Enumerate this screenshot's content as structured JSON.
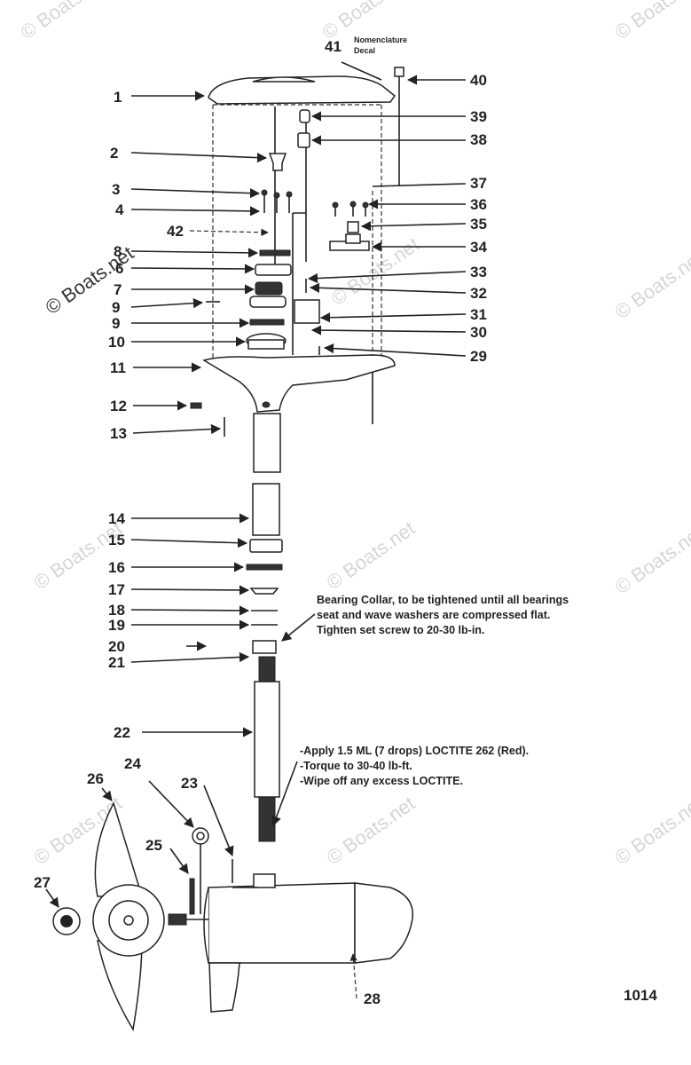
{
  "watermark": "© Boats.net",
  "figure_number": "1014",
  "decal_label": [
    "Nomenclature",
    "Decal"
  ],
  "notes": {
    "bearing_collar": [
      "Bearing Collar, to be tightened until all bearings",
      "seat and wave washers are compressed flat.",
      "Tighten set screw to 20-30 lb-in."
    ],
    "loctite": [
      "-Apply 1.5 ML (7 drops) LOCTITE 262 (Red).",
      "-Torque to 30-40 lb-ft.",
      "-Wipe off any excess LOCTITE."
    ]
  },
  "callouts_left": [
    "1",
    "2",
    "3",
    "4",
    "42",
    "8",
    "6",
    "7",
    "9",
    "9",
    "10",
    "11",
    "12",
    "13",
    "14",
    "15",
    "16",
    "17",
    "18",
    "19",
    "20",
    "21",
    "22",
    "24",
    "23",
    "26",
    "25",
    "27"
  ],
  "callouts_right": [
    "41",
    "40",
    "39",
    "38",
    "37",
    "36",
    "35",
    "34",
    "33",
    "32",
    "31",
    "30",
    "29",
    "28"
  ]
}
